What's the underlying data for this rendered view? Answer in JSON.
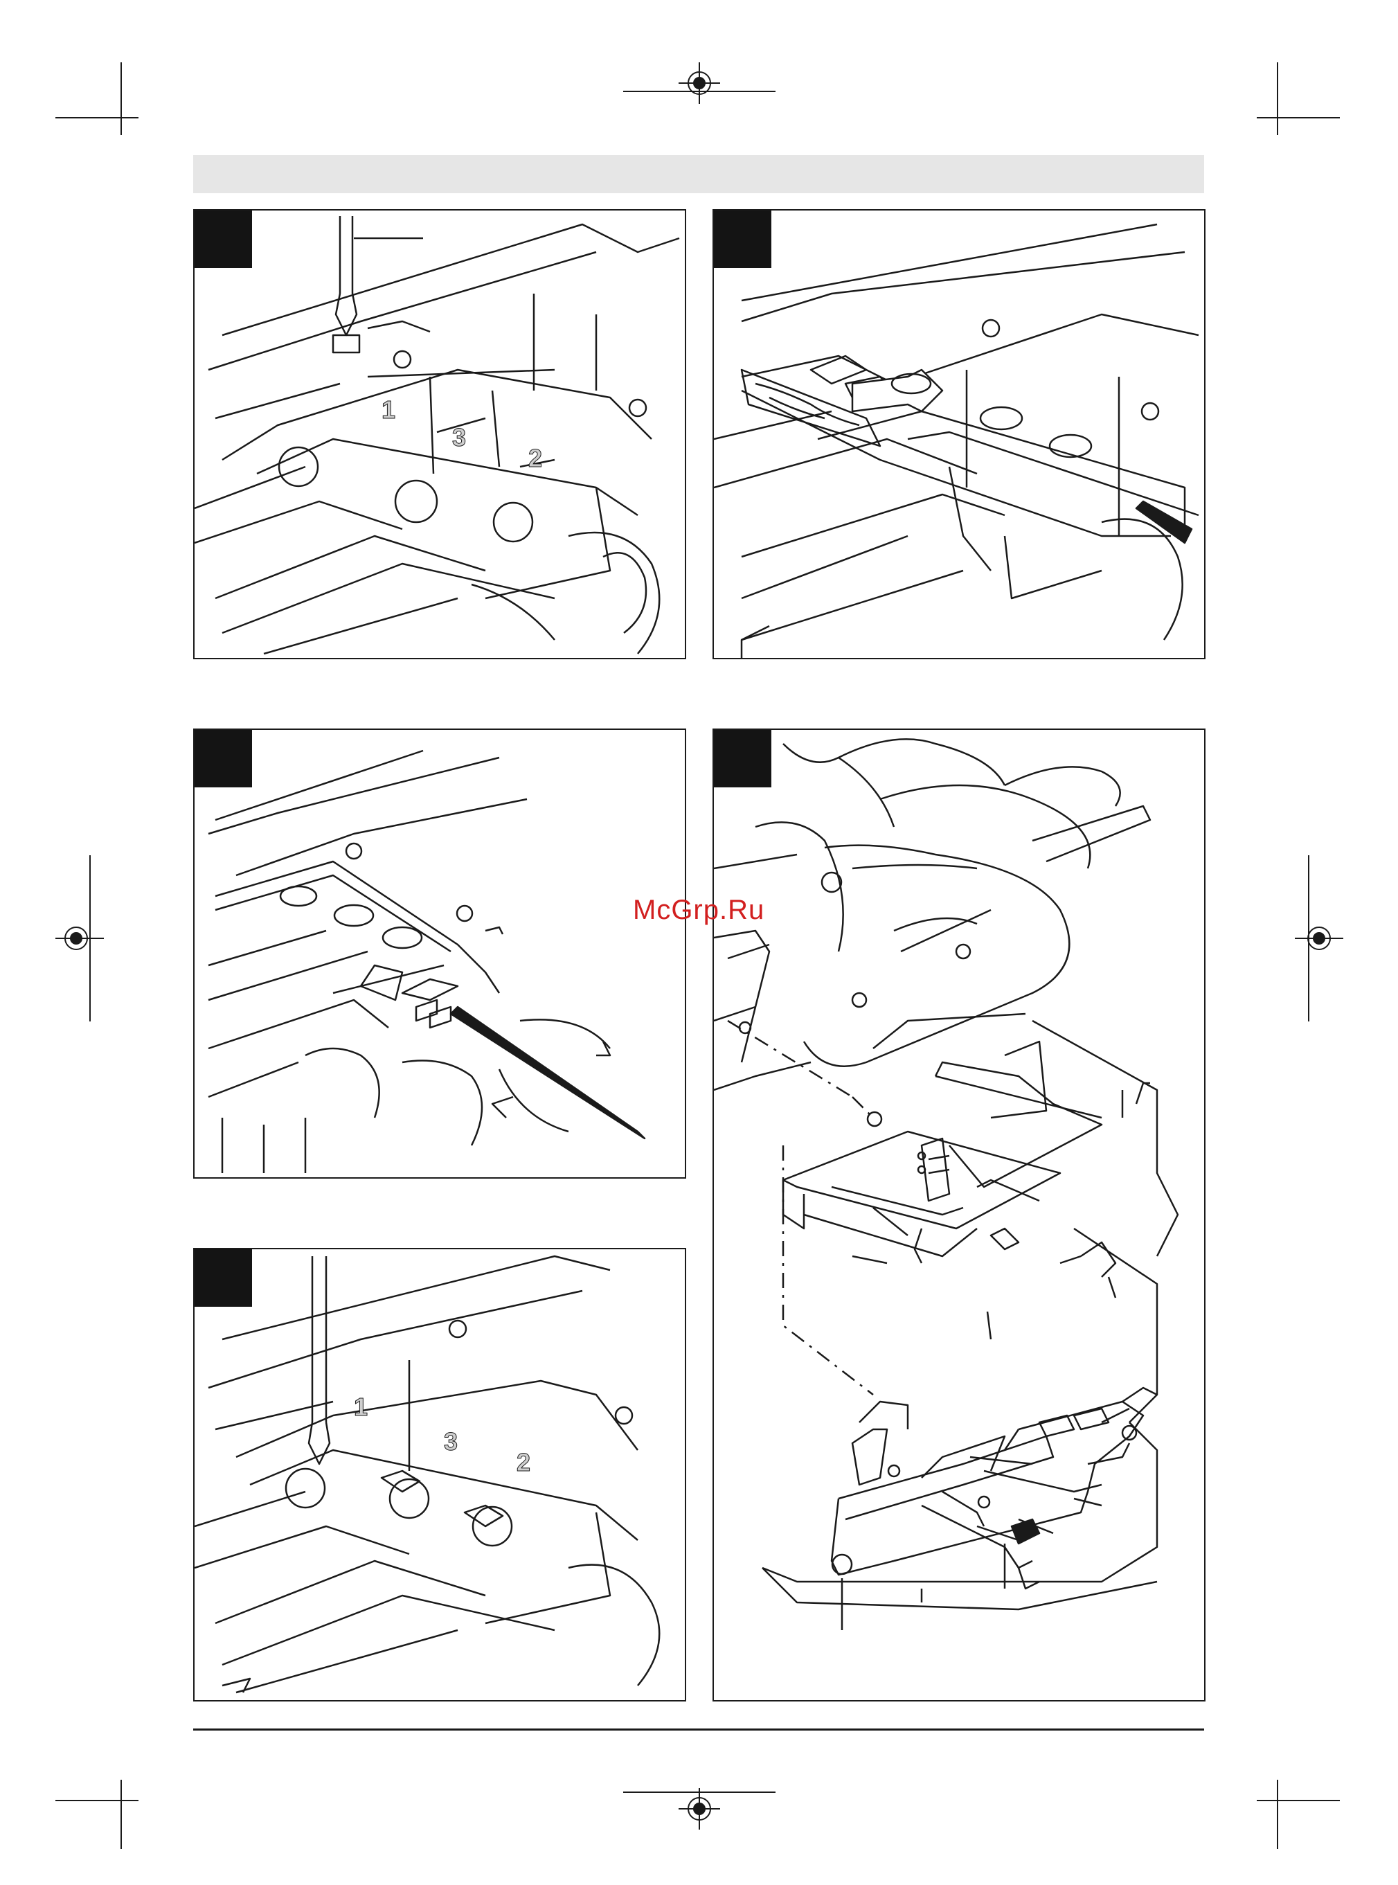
{
  "watermark": {
    "text": "McGrp.Ru",
    "color": "#d21f1f"
  },
  "figures": [
    {
      "id": "fig-top-left",
      "digits": [
        "1",
        "3",
        "2"
      ]
    },
    {
      "id": "fig-top-right"
    },
    {
      "id": "fig-middle-left"
    },
    {
      "id": "fig-right-tall"
    },
    {
      "id": "fig-bottom-left",
      "digits": [
        "1",
        "3",
        "2"
      ]
    }
  ],
  "colors": {
    "header_bar": "#e6e6e6",
    "tag": "#141414",
    "line": "#1a1a1a"
  }
}
